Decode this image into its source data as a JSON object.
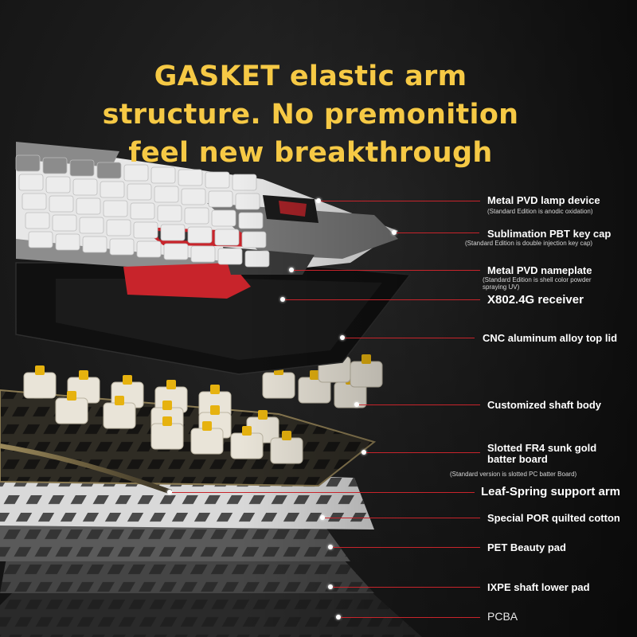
{
  "headline": {
    "line1": "GASKET elastic arm",
    "line2": "structure. No premonition",
    "line3": "feel new breakthrough"
  },
  "annotations": [
    {
      "label": "Metal PVD lamp device",
      "note": "(Standard Edition is anodic oxidation)"
    },
    {
      "label": "Sublimation PBT key cap",
      "note": "(Standard Edition is double injection key cap)"
    },
    {
      "label": "Metal PVD nameplate",
      "note": "(Standard Edition is shell color powder",
      "note2": "spraying UV)"
    },
    {
      "label": "X802.4G receiver"
    },
    {
      "label": "CNC aluminum alloy top lid"
    },
    {
      "label": "Customized shaft body"
    },
    {
      "label": "Slotted FR4 sunk gold",
      "label2": "batter board",
      "note": "(Standard version is slotted PC batter Board)"
    },
    {
      "label": "Leaf-Spring support arm"
    },
    {
      "label": "Special POR quilted cotton"
    },
    {
      "label": "PET Beauty pad"
    },
    {
      "label": "IXPE shaft lower pad"
    },
    {
      "label": "PCBA"
    }
  ],
  "colors": {
    "headline": "#f6c945",
    "leader_line": "#c8242b",
    "label_text": "#ffffff",
    "keycap_white": "#ececec",
    "keycap_grey": "#8c8c8c",
    "keycap_red": "#c8242b",
    "frame_black": "#111111",
    "switch_stem_yellow": "#e6b20f",
    "plate_gold": "#8a7a52"
  }
}
